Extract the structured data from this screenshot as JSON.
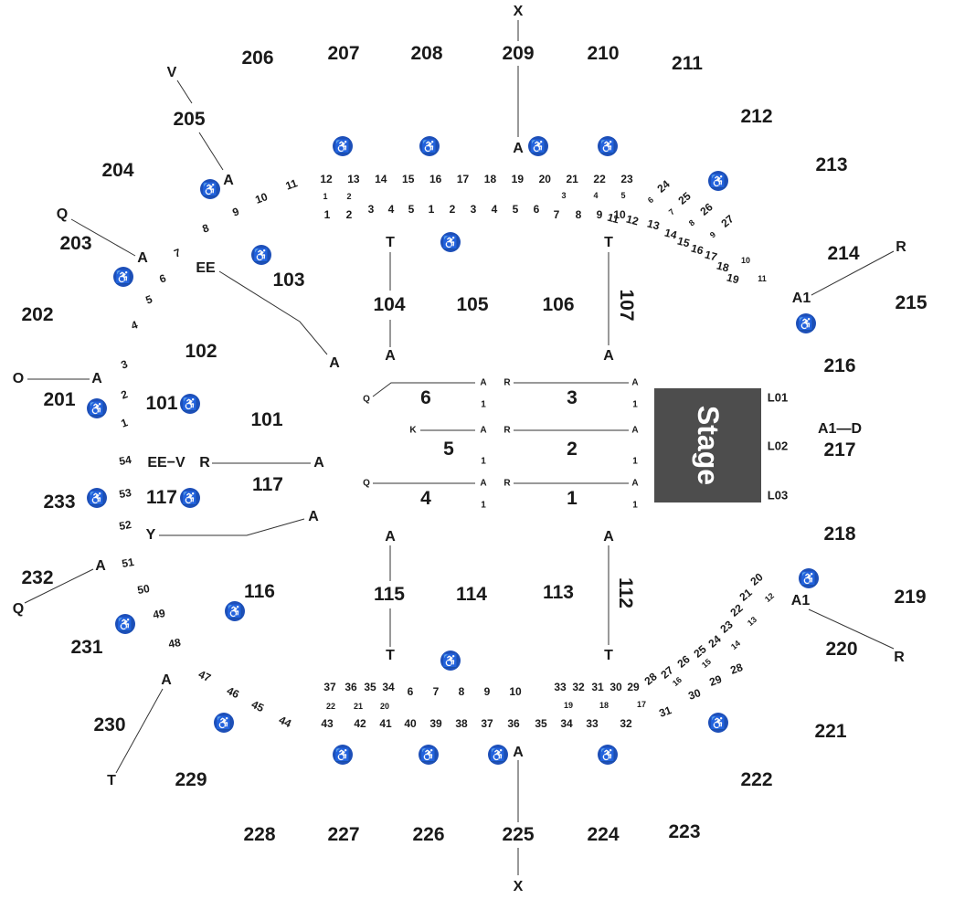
{
  "stage": "Stage",
  "sections": {
    "s101": "101",
    "s101b": "101",
    "s102": "102",
    "s103": "103",
    "s104": "104",
    "s105": "105",
    "s106": "106",
    "s107": "107",
    "s112": "112",
    "s113": "113",
    "s114": "114",
    "s115": "115",
    "s116": "116",
    "s117": "117",
    "s117b": "117",
    "s201": "201",
    "s202": "202",
    "s203": "203",
    "s204": "204",
    "s205": "205",
    "s206": "206",
    "s207": "207",
    "s208": "208",
    "s209": "209",
    "s210": "210",
    "s211": "211",
    "s212": "212",
    "s213": "213",
    "s214": "214",
    "s215": "215",
    "s216": "216",
    "s217": "217",
    "s218": "218",
    "s219": "219",
    "s220": "220",
    "s221": "221",
    "s222": "222",
    "s223": "223",
    "s224": "224",
    "s225": "225",
    "s226": "226",
    "s227": "227",
    "s228": "228",
    "s229": "229",
    "s230": "230",
    "s231": "231",
    "s232": "232",
    "s233": "233"
  },
  "floor": {
    "f1": "1",
    "f2": "2",
    "f3": "3",
    "f4": "4",
    "f5": "5",
    "f6": "6"
  },
  "levels": {
    "l01": "L01",
    "l02": "L02",
    "l03": "L03"
  },
  "row_labels": {
    "x_top": "X",
    "x_bottom": "X",
    "a_209": "A",
    "a_225": "A",
    "v": "V",
    "a_205": "A",
    "q_203": "Q",
    "a_203": "A",
    "ee_103": "EE",
    "a_103": "A",
    "o": "O",
    "a_201": "A",
    "t_104": "T",
    "a_104": "A",
    "t_107": "T",
    "a_107": "A",
    "r_214": "R",
    "a1_214": "A1",
    "a1_d": "A1—D",
    "ee_v": "EE−V",
    "r_117": "R",
    "a_117": "A",
    "y": "Y",
    "a_y": "A",
    "a_232": "A",
    "q_232": "Q",
    "a_230": "A",
    "t_230": "T",
    "a_115": "A",
    "t_115": "T",
    "a_112": "A",
    "t_112": "T",
    "a1_220": "A1",
    "r_220": "R",
    "q_6": "Q",
    "a_6": "A",
    "r_3": "R",
    "a_3": "A",
    "k_5": "K",
    "a_5": "A",
    "r_2": "R",
    "a_2": "A",
    "q_4": "Q",
    "a_4": "A",
    "r_1": "R",
    "a_1": "A",
    "one_6": "1",
    "one_3": "1",
    "one_5": "1",
    "one_2": "1",
    "one_4": "1",
    "one_1": "1"
  },
  "seat_numbers": {
    "top_row1": [
      "12",
      "13",
      "14",
      "15",
      "16",
      "17",
      "18",
      "19",
      "20",
      "21",
      "22",
      "23"
    ],
    "top_tiny": [
      "1",
      "2",
      "3",
      "4",
      "5"
    ],
    "top_row2": [
      "1",
      "2",
      "3",
      "4",
      "5",
      "1",
      "2",
      "3",
      "4",
      "5",
      "6",
      "7",
      "8",
      "9",
      "10"
    ],
    "ne_a": [
      "24",
      "25",
      "26",
      "27"
    ],
    "ne_a_tiny": [
      "6",
      "7",
      "8",
      "9"
    ],
    "ne_b": [
      "11",
      "12",
      "13",
      "14",
      "15",
      "16",
      "17",
      "18",
      "19"
    ],
    "ne_b_tiny": [
      "10",
      "11"
    ],
    "nw": [
      "11",
      "10",
      "9",
      "8",
      "7",
      "6",
      "5",
      "4",
      "3",
      "2",
      "1"
    ],
    "w": [
      "54",
      "53",
      "52",
      "51",
      "50",
      "49",
      "48"
    ],
    "sw": [
      "47",
      "46",
      "45",
      "44"
    ],
    "bot_row1": [
      "37",
      "36",
      "35",
      "34",
      "6",
      "7",
      "8",
      "9",
      "10",
      "33",
      "32",
      "31",
      "30",
      "29"
    ],
    "bot_tiny": [
      "22",
      "21",
      "20",
      "19",
      "18",
      "17"
    ],
    "bot_row2": [
      "43",
      "42",
      "41",
      "40",
      "39",
      "38",
      "37",
      "36",
      "35",
      "34",
      "33",
      "32"
    ],
    "se_a": [
      "28",
      "27",
      "26",
      "25",
      "24",
      "23",
      "22",
      "21",
      "20"
    ],
    "se_a_tiny": [
      "16",
      "15",
      "14",
      "13",
      "12"
    ],
    "se_b": [
      "31",
      "30",
      "29",
      "28"
    ]
  },
  "icons": {
    "wheelchair": "wheelchair-icon"
  },
  "colors": {
    "accessible": "#1d4fb8",
    "stage": "#4d4d4d"
  }
}
